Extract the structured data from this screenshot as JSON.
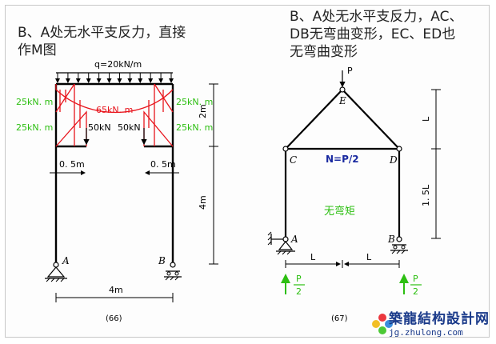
{
  "left_caption": [
    "B、A处无水平支反力，直接",
    "作M图"
  ],
  "right_caption": [
    "B、A处无水平支反力，AC、",
    "DB无弯曲变形，EC、ED也",
    "无弯曲变形"
  ],
  "fig66": {
    "load": "q=20kN/m",
    "moment_25": "25kN. m",
    "moment_65": "65kN. m",
    "force_50": "50kN",
    "offset": "0. 5m",
    "height_top": "2m",
    "height_bottom": "4m",
    "span": "4m",
    "node_A": "A",
    "node_B": "B",
    "number": "(66)"
  },
  "fig67": {
    "load_P": "P",
    "node_E": "E",
    "node_C": "C",
    "node_D": "D",
    "node_A": "A",
    "node_B": "B",
    "member_force": "N=P/2",
    "no_bending": "无弯矩",
    "dim_L": "L",
    "dim_15L": "1. 5L",
    "react_num": "P",
    "react_den": "2",
    "number": "(67)"
  },
  "watermark": {
    "name": "築龍結构設計网",
    "url": "jg.zhulong.com"
  },
  "colors": {
    "moment": "#e8141c",
    "annotation_green": "#2dbf12",
    "frame": "#000000",
    "force_blue": "#1a2aa0"
  }
}
